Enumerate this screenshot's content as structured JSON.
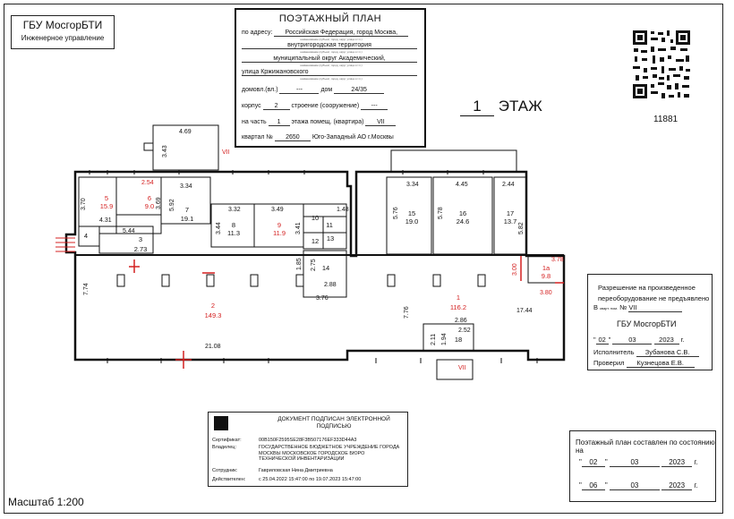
{
  "org": {
    "name": "ГБУ МосгорБТИ",
    "dept": "Инженерное управление"
  },
  "header": {
    "title": "ПОЭТАЖНЫЙ ПЛАН",
    "address_label": "по адресу:",
    "address_line1": "Российская Федерация, город Москва,",
    "hint1": "наименование (субъект, город, округ, улица и т.п.)",
    "address_line2": "внутригородская территория",
    "hint2": "наименование (субъект, город, округ, улица и т.п.)",
    "address_line3": "муниципальный округ Академический,",
    "hint3": "наименование (субъект, город, округ, улица и т.п.)",
    "address_line4": "улица Кржижановского",
    "hint4": "наименование (субъект, город, округ, улица и т.п.)",
    "domovl_label": "домовл.(вл.)",
    "domovl_value": "---",
    "dom_label": "дом",
    "dom_value": "24/35",
    "korpus_label": "корпус",
    "korpus_value": "2",
    "stroenie_label": "строение (сооружение)",
    "stroenie_value": "---",
    "part_label": "на часть",
    "part_value": "1",
    "floor_label": "этажа помещ. (квартира)",
    "floor_value": "VII",
    "kvartal_label": "квартал №",
    "kvartal_value": "2650",
    "district": "Юго-Западный АО г.Москвы"
  },
  "qr_id": "11881",
  "floor": {
    "number": "1",
    "label": "ЭТАЖ"
  },
  "rooms": [
    {
      "num": "1",
      "area": "116.2",
      "red": true
    },
    {
      "num": "1а",
      "area": "9.8",
      "red": true
    },
    {
      "num": "2",
      "area": "149.3",
      "red": true
    },
    {
      "num": "3",
      "area": "2.73",
      "red": false
    },
    {
      "num": "4",
      "area": "",
      "red": false
    },
    {
      "num": "5",
      "area": "15.9",
      "red": true
    },
    {
      "num": "6",
      "area": "9.0",
      "red": true
    },
    {
      "num": "7",
      "area": "19.1",
      "red": false
    },
    {
      "num": "8",
      "area": "11.3",
      "red": false
    },
    {
      "num": "9",
      "area": "11.9",
      "red": true
    },
    {
      "num": "10",
      "area": "",
      "red": false
    },
    {
      "num": "11",
      "area": "",
      "red": false
    },
    {
      "num": "12",
      "area": "",
      "red": false
    },
    {
      "num": "13",
      "area": "",
      "red": false
    },
    {
      "num": "14",
      "area": "",
      "red": false
    },
    {
      "num": "15",
      "area": "19.0",
      "red": false
    },
    {
      "num": "16",
      "area": "24.6",
      "red": false
    },
    {
      "num": "17",
      "area": "13.7",
      "red": false
    },
    {
      "num": "18",
      "area": "",
      "red": false
    }
  ],
  "dims": [
    "4.69",
    "3.43",
    "2.54",
    "3.34",
    "3.70",
    "4.31",
    "5.92",
    "3.69",
    "5.44",
    "3.32",
    "3.49",
    "1.48",
    "3.44",
    "3.41",
    "1.85",
    "2.75",
    "2.88",
    "3.76",
    "7.74",
    "21.08",
    "3.34",
    "4.45",
    "2.44",
    "5.76",
    "5.78",
    "5.82",
    "3.00",
    "3.78",
    "3.80",
    "7.76",
    "17.44",
    "2.86",
    "2.52",
    "2.11",
    "1.94"
  ],
  "section_marks": [
    "VII",
    "VII"
  ],
  "redevelopment": {
    "note_line1": "Разрешение на произведенное",
    "note_line2": "переоборудование не предъявлено",
    "kvartira_label": "В",
    "kvartira_sub": "кварт. пом.",
    "kvartira_num_label": "№",
    "kvartira_value": "VII",
    "org": "ГБУ МосгорБТИ",
    "date_day": "02",
    "date_month": "03",
    "date_year": "2023",
    "date_suffix": "г.",
    "executor_label": "Исполнитель",
    "executor_name": "Зубанова С.В.",
    "checker_label": "Проверил",
    "checker_name": "Кузнецова Е.В."
  },
  "signature": {
    "title": "ДОКУМЕНТ ПОДПИСАН ЭЛЕКТРОННОЙ ПОДПИСЬЮ",
    "cert_label": "Сертификат:",
    "cert_value": "00B150F2595SE28F3B507176EF333D44A3",
    "owner_label": "Владелец:",
    "owner_value": "ГОСУДАРСТВЕННОЕ БЮДЖЕТНОЕ УЧРЕЖДЕНИЕ ГОРОДА МОСКВЫ МОСКОВСКОЕ ГОРОДСКОЕ БЮРО ТЕХНИЧЕСКОЙ ИНВЕНТАРИЗАЦИИ",
    "employee_label": "Сотрудник:",
    "employee_value": "Гавриловская Нина Дмитриевна",
    "valid_label": "Действителен:",
    "valid_value": "с 25.04.2022 15:47:00 по 19.07.2023 15:47:00"
  },
  "state": {
    "title": "Поэтажный план составлен по состоянию на",
    "row1_day": "02",
    "row1_month": "03",
    "row1_year": "2023",
    "row2_day": "06",
    "row2_month": "03",
    "row2_year": "2023",
    "suffix": "г."
  },
  "scale": "Масштаб 1:200",
  "colors": {
    "ink": "#111111",
    "red": "#d42020",
    "grey": "#777777"
  }
}
